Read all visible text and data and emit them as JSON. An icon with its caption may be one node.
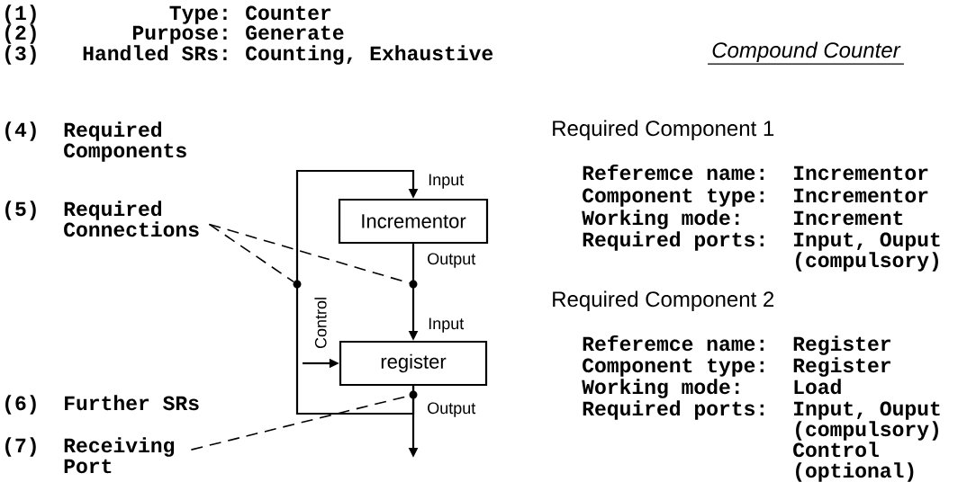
{
  "diagram": {
    "title": "Compound Counter",
    "nodes": [
      {
        "text": [
          "Incrementor"
        ],
        "beside": [
          "Input",
          "Output"
        ]
      },
      {
        "text": [
          "register"
        ],
        "beside": [
          "Input",
          "Control",
          "Output"
        ]
      },
      {
        "text": [
          "(5)",
          "Required Connections"
        ]
      },
      {
        "text": [],
        "shape": "circle"
      },
      {
        "text": [],
        "shape": "circle"
      },
      {
        "text": [
          "(7)",
          "Receiving Port"
        ]
      },
      {
        "text": [],
        "shape": "circle"
      }
    ],
    "edges": [
      {
        "from": 0,
        "to": 1,
        "arrow": "to"
      },
      {
        "from": 1,
        "to": 0,
        "arrow": "to"
      },
      {
        "from": 1,
        "to": null,
        "arrow": "to"
      },
      {
        "from": null,
        "to": 1,
        "arrow": "to"
      },
      {
        "from": 2,
        "to": 3,
        "arrow": "none",
        "style": "dashed"
      },
      {
        "from": 2,
        "to": 4,
        "arrow": "none",
        "style": "dashed"
      },
      {
        "from": 5,
        "to": 6,
        "arrow": "none",
        "style": "dashed"
      }
    ],
    "labels": [
      "(1)",
      "Type:",
      "Counter",
      "(2)",
      "Purpose:",
      "Generate",
      "(3)",
      "Handled SRs:",
      "Counting, Exhaustive",
      "(4)",
      "Required Components",
      "Required Component 1",
      "Referemce name:",
      "Incrementor",
      "Component type:",
      "Incrementor",
      "Working mode:",
      "Increment",
      "Required ports:",
      "Input, Ouput (compulsory)",
      "Required Component 2",
      "Referemce name:",
      "Register",
      "Component type:",
      "Register",
      "Working mode:",
      "Load",
      "Required ports:",
      "Input, Ouput (compulsory) Control (optional)",
      "(6)",
      "Further SRs"
    ]
  }
}
